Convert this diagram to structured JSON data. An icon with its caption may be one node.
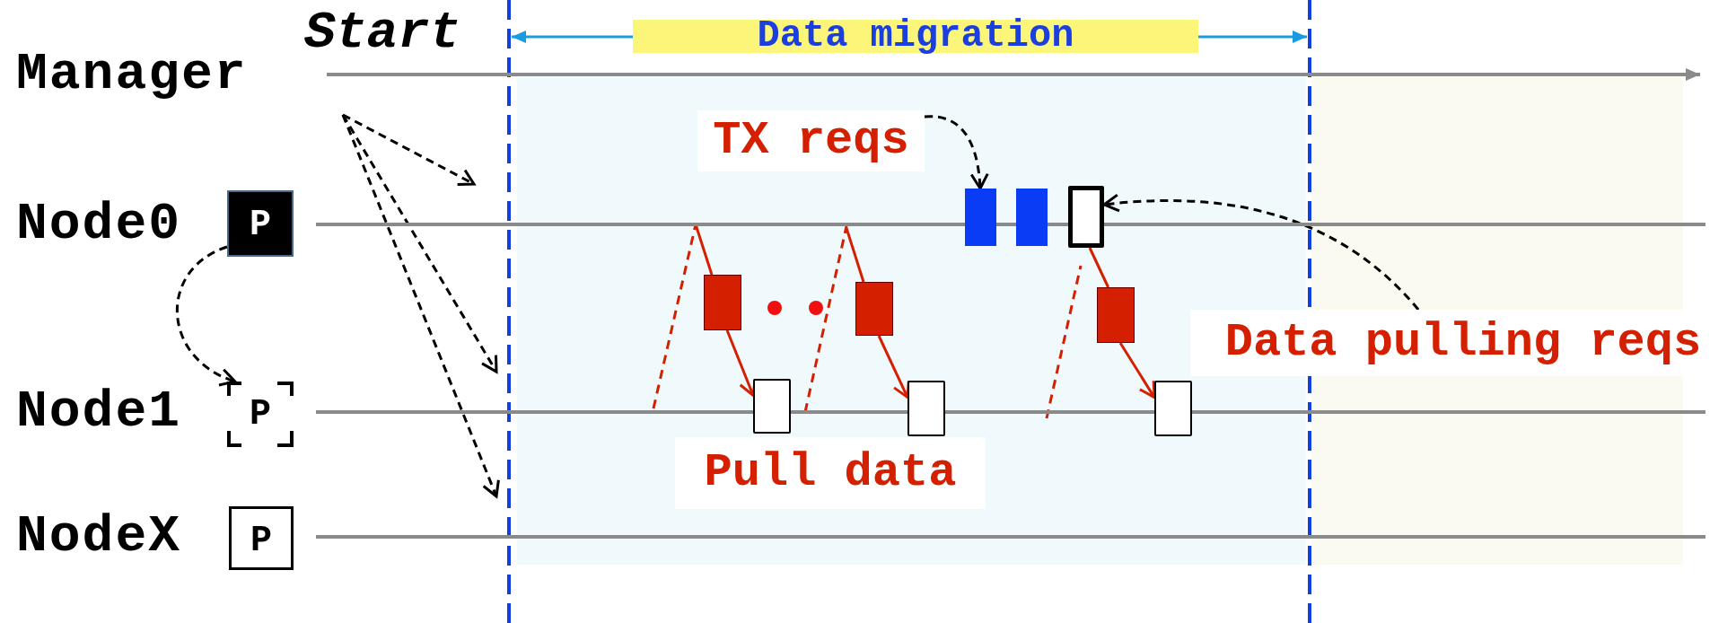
{
  "diagram": {
    "nodes": [
      {
        "text": [
          "Manager"
        ]
      },
      {
        "text": [
          "Node0"
        ]
      },
      {
        "text": [
          "P"
        ],
        "in": 1
      },
      {
        "text": [
          "Node1"
        ]
      },
      {
        "text": [
          "P"
        ],
        "in": 3
      },
      {
        "text": [
          "NodeX"
        ]
      },
      {
        "text": [
          "P"
        ],
        "in": 5
      },
      {
        "text": [
          "TX reqs"
        ]
      },
      {
        "text": [],
        "shape": "bar",
        "in": 1
      },
      {
        "text": [],
        "shape": "bar",
        "in": 1
      },
      {
        "text": [],
        "shape": "box",
        "in": 1
      },
      {
        "text": [],
        "shape": "bar"
      },
      {
        "text": [],
        "shape": "bar"
      },
      {
        "text": [],
        "shape": "bar"
      },
      {
        "text": [],
        "shape": "box",
        "in": 3
      },
      {
        "text": [],
        "shape": "box",
        "in": 3
      },
      {
        "text": [],
        "shape": "box",
        "in": 3
      },
      {
        "text": [
          "Data pulling reqs"
        ]
      },
      {
        "text": [
          "Pull data"
        ]
      }
    ],
    "edges": [
      {
        "from": 0,
        "to": 1,
        "arrow": "to",
        "style": "dashed"
      },
      {
        "from": 0,
        "to": 3,
        "arrow": "to",
        "style": "dashed"
      },
      {
        "from": 0,
        "to": 5,
        "arrow": "to",
        "style": "dashed"
      },
      {
        "from": 2,
        "to": 4,
        "arrow": "to",
        "style": "dashed"
      },
      {
        "from": 7,
        "to": 8,
        "arrow": "to",
        "style": "dashed"
      },
      {
        "from": 17,
        "to": 10,
        "arrow": "to",
        "style": "dashed"
      },
      {
        "from": 11,
        "to": 14,
        "arrow": "to",
        "color": "#d42000"
      },
      {
        "from": 12,
        "to": 15,
        "arrow": "to",
        "color": "#d42000"
      },
      {
        "from": 13,
        "to": 16,
        "arrow": "to",
        "color": "#d42000"
      },
      {
        "from": 10,
        "to": 13,
        "arrow": "none",
        "color": "#d42000"
      }
    ],
    "labels": [
      "Start",
      "Data migration"
    ]
  }
}
